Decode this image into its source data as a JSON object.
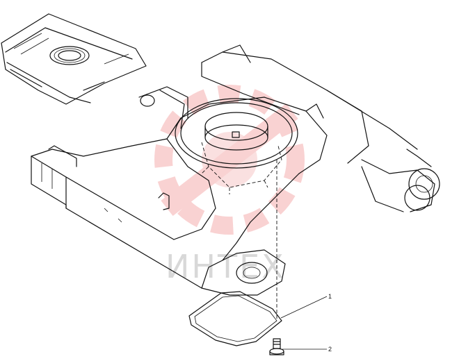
{
  "callouts": [
    {
      "label": "1"
    },
    {
      "label": "2"
    }
  ],
  "watermark": {
    "text": "ИНТЕХ",
    "color": "#f3a9a9"
  },
  "colors": {
    "line": "#111111",
    "background": "#ffffff"
  }
}
